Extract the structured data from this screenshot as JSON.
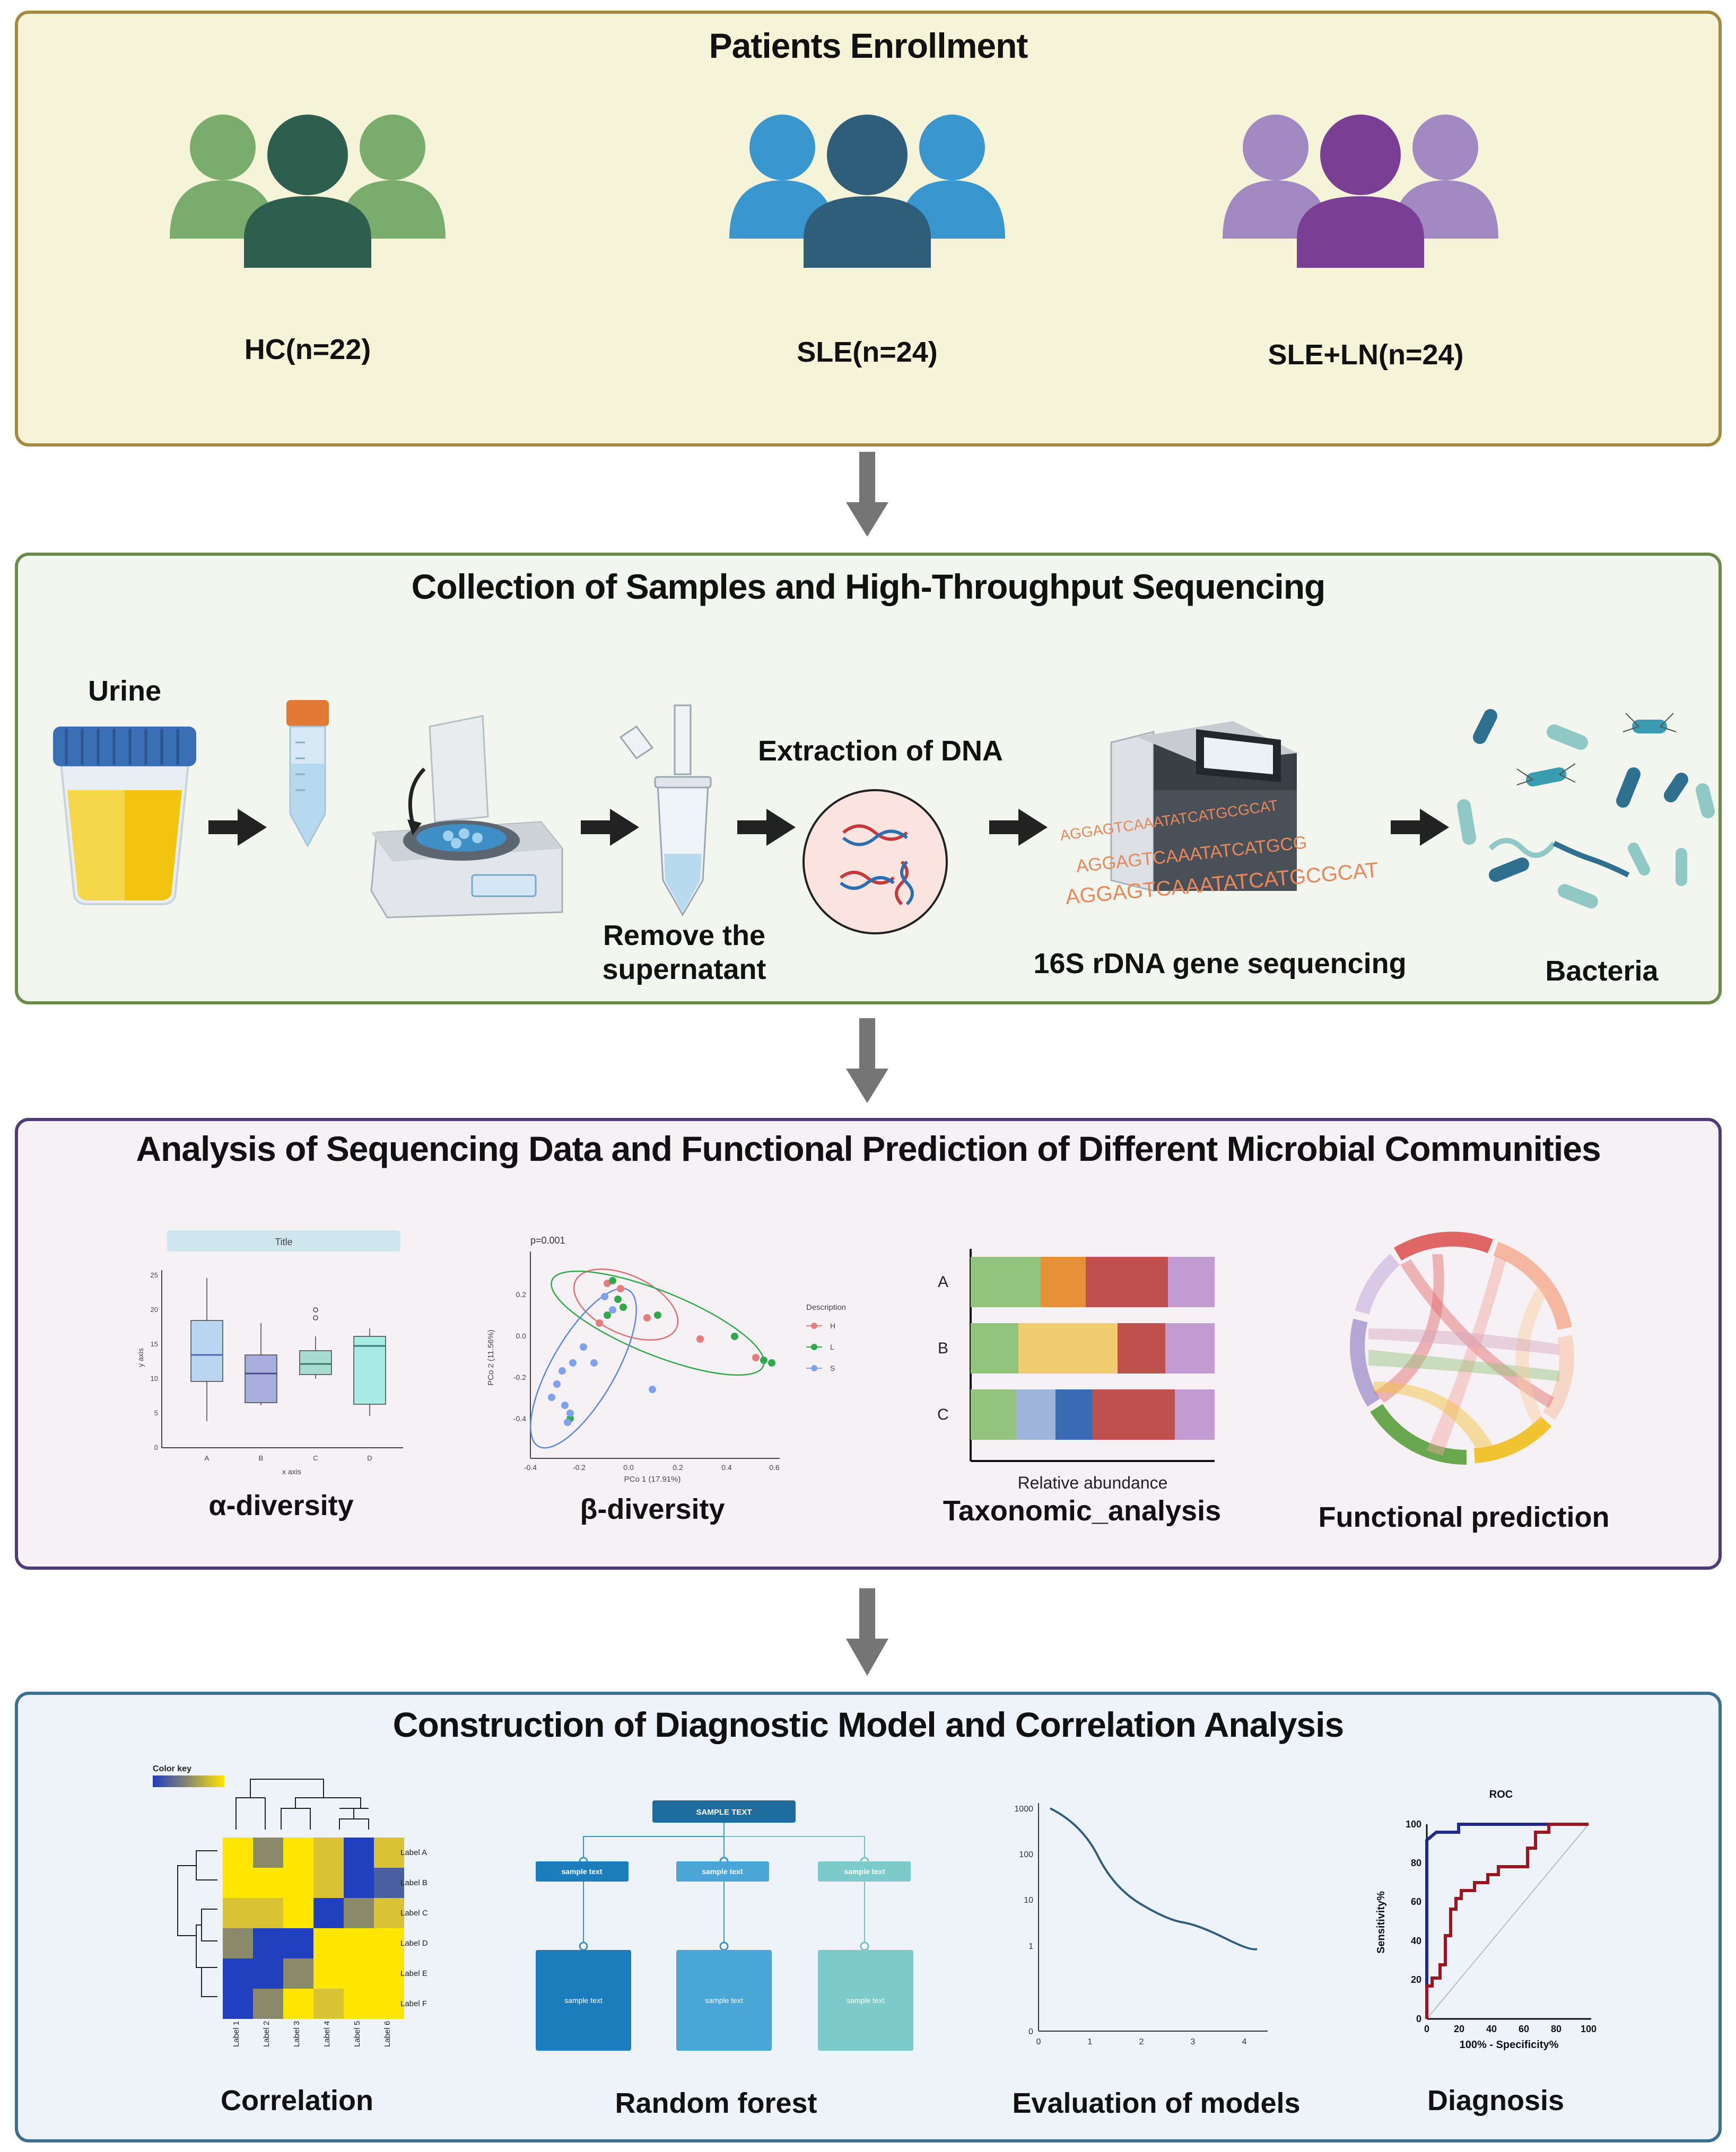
{
  "panel1": {
    "title": "Patients Enrollment",
    "groups": [
      {
        "label": "HC(n=22)",
        "light": "#7aac6e",
        "dark": "#2e5e4e"
      },
      {
        "label": "SLE(n=24)",
        "light": "#3a96cf",
        "dark": "#2f5e7a"
      },
      {
        "label": "SLE+LN(n=24)",
        "light": "#a389c2",
        "dark": "#7a3f95"
      }
    ]
  },
  "panel2": {
    "title": "Collection of Samples and High-Throughput Sequencing",
    "urine": "Urine",
    "remove": [
      "Remove the",
      "supernatant"
    ],
    "extraction": "Extraction of DNA",
    "sequencing": "16S rDNA gene sequencing",
    "bacteria": "Bacteria",
    "dna_text": [
      "AGGAGTCAAATATCATGCGCAT",
      "AGGAGTCAAATATCATGCG",
      "AGGAGTCAAATATCATGCGCAT"
    ]
  },
  "panel3": {
    "title": "Analysis of Sequencing Data and Functional Prediction of Different Microbial Communities",
    "alpha": {
      "label": "α-diversity",
      "chart_title": "Title",
      "xlabel": "x axis",
      "ylabel": "y axis",
      "yticks": [
        "0",
        "5",
        "10",
        "15",
        "20",
        "25"
      ],
      "categories": [
        "A",
        "B",
        "C",
        "D"
      ]
    },
    "beta": {
      "label": "β-diversity",
      "pval": "p=0.001",
      "xlabel": "PCo 1 (17.91%)",
      "ylabel": "PCo 2 (11.56%)",
      "xticks": [
        "-0.4",
        "-0.2",
        "0.0",
        "0.2",
        "0.4",
        "0.6"
      ],
      "yticks": [
        "0.2",
        "0.0",
        "-0.2",
        "-0.4"
      ],
      "legend_title": "Description",
      "legend": [
        "H",
        "L",
        "S"
      ]
    },
    "taxo": {
      "label": "Taxonomic_analysis",
      "xlabel": "Relative abundance",
      "rows": [
        "A",
        "B",
        "C"
      ]
    },
    "func": {
      "label": "Functional prediction"
    }
  },
  "panel4": {
    "title": "Construction of Diagnostic Model and Correlation Analysis",
    "corr": {
      "label": "Correlation",
      "key": "Color key",
      "rows": [
        "Label A",
        "Label B",
        "Label C",
        "Label D",
        "Label E",
        "Label F"
      ],
      "cols": [
        "Label 1",
        "Label 2",
        "Label 3",
        "Label 4",
        "Label 5",
        "Label 6"
      ]
    },
    "rf": {
      "label": "Random forest",
      "root": "SAMPLE TEXT",
      "node": "sample text"
    },
    "eval": {
      "label": "Evaluation of models",
      "yticks": [
        "1000",
        "100",
        "10",
        "1",
        "0"
      ],
      "xticks": [
        "0",
        "1",
        "2",
        "3",
        "4"
      ]
    },
    "diag": {
      "label": "Diagnosis",
      "title": "ROC",
      "xlabel": "100% - Specificity%",
      "ylabel": "Sensitivity%",
      "ticks": [
        "0",
        "20",
        "40",
        "60",
        "80",
        "100"
      ]
    }
  }
}
